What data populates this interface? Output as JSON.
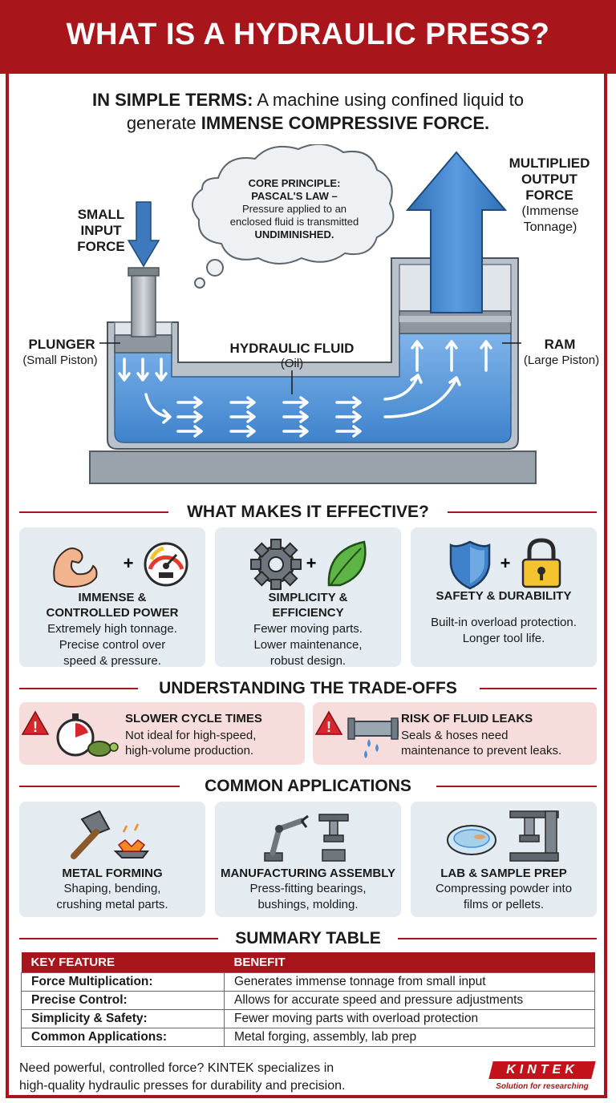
{
  "header": {
    "title": "WHAT IS A HYDRAULIC PRESS?"
  },
  "intro": {
    "lead": "IN SIMPLE TERMS:",
    "text_a": " A machine using confined liquid to",
    "text_b": "generate ",
    "emph": "IMMENSE COMPRESSIVE FORCE."
  },
  "diagram": {
    "input_label": [
      "SMALL",
      "INPUT",
      "FORCE"
    ],
    "output_label": [
      "MULTIPLIED",
      "OUTPUT",
      "FORCE"
    ],
    "output_sub": [
      "(Immense",
      "Tonnage)"
    ],
    "cloud": {
      "title_1": "CORE PRINCIPLE:",
      "title_2": "PASCAL'S LAW –",
      "text_1": "Pressure applied to an",
      "text_2": "enclosed fluid is transmitted",
      "emph": "UNDIMINISHED."
    },
    "plunger": "PLUNGER",
    "plunger_sub": "(Small Piston)",
    "fluid": "HYDRAULIC FLUID",
    "fluid_sub": "(Oil)",
    "ram": "RAM",
    "ram_sub": "(Large Piston)"
  },
  "effective": {
    "title": "WHAT MAKES IT EFFECTIVE?",
    "cards": [
      {
        "heading": [
          "IMMENSE &",
          "CONTROLLED POWER"
        ],
        "text": [
          "Extremely high tonnage.",
          "Precise control over",
          "speed & pressure."
        ],
        "icons": [
          "flexed-arm-icon",
          "gauge-icon"
        ]
      },
      {
        "heading": [
          "SIMPLICITY &",
          "EFFICIENCY"
        ],
        "text": [
          "Fewer moving parts.",
          "Lower maintenance,",
          "robust design."
        ],
        "icons": [
          "gear-icon",
          "leaf-icon"
        ]
      },
      {
        "heading": [
          "SAFETY & DURABILITY"
        ],
        "text": [
          "Built-in overload protection.",
          "Longer tool life."
        ],
        "icons": [
          "shield-icon",
          "padlock-icon"
        ]
      }
    ],
    "plus": "+"
  },
  "tradeoffs": {
    "title": "UNDERSTANDING THE TRADE-OFFS",
    "items": [
      {
        "heading": "SLOWER CYCLE TIMES",
        "text": [
          "Not ideal for high-speed,",
          "high-volume production."
        ],
        "icon": "stopwatch-turtle-icon"
      },
      {
        "heading": "RISK OF FLUID LEAKS",
        "text": [
          "Seals & hoses need",
          "maintenance to prevent leaks."
        ],
        "icon": "leaking-pipe-icon"
      }
    ],
    "warn": "!"
  },
  "applications": {
    "title": "COMMON APPLICATIONS",
    "cards": [
      {
        "heading": "METAL FORMING",
        "text": [
          "Shaping, bending,",
          "crushing metal parts."
        ],
        "icon": "hammer-anvil-icon"
      },
      {
        "heading": "MANUFACTURING ASSEMBLY",
        "text": [
          "Press-fitting bearings,",
          "bushings, molding."
        ],
        "icon": "robot-arm-press-icon"
      },
      {
        "heading": "LAB & SAMPLE PREP",
        "text": [
          "Compressing powder into",
          "films or pellets."
        ],
        "icon": "petri-dish-press-icon"
      }
    ]
  },
  "summary": {
    "title": "SUMMARY TABLE",
    "columns": [
      "KEY FEATURE",
      "BENEFIT"
    ],
    "rows": [
      [
        "Force Multiplication:",
        "Generates immense tonnage from small input"
      ],
      [
        "Precise Control:",
        "Allows for accurate speed and pressure adjustments"
      ],
      [
        "Simplicity & Safety:",
        "Fewer moving parts with overload protection"
      ],
      [
        "Common Applications:",
        "Metal forging, assembly, lab prep"
      ]
    ]
  },
  "footer": {
    "line_1": "Need powerful, controlled force? KINTEK specializes in",
    "line_2": "high-quality hydraulic presses for durability and precision."
  },
  "brand": {
    "name": "KINTEK",
    "tagline": "Solution for researching",
    "color": "#a8161c",
    "fluid_color": "#4a8fd4",
    "arrow_color": "#3d79bd"
  }
}
